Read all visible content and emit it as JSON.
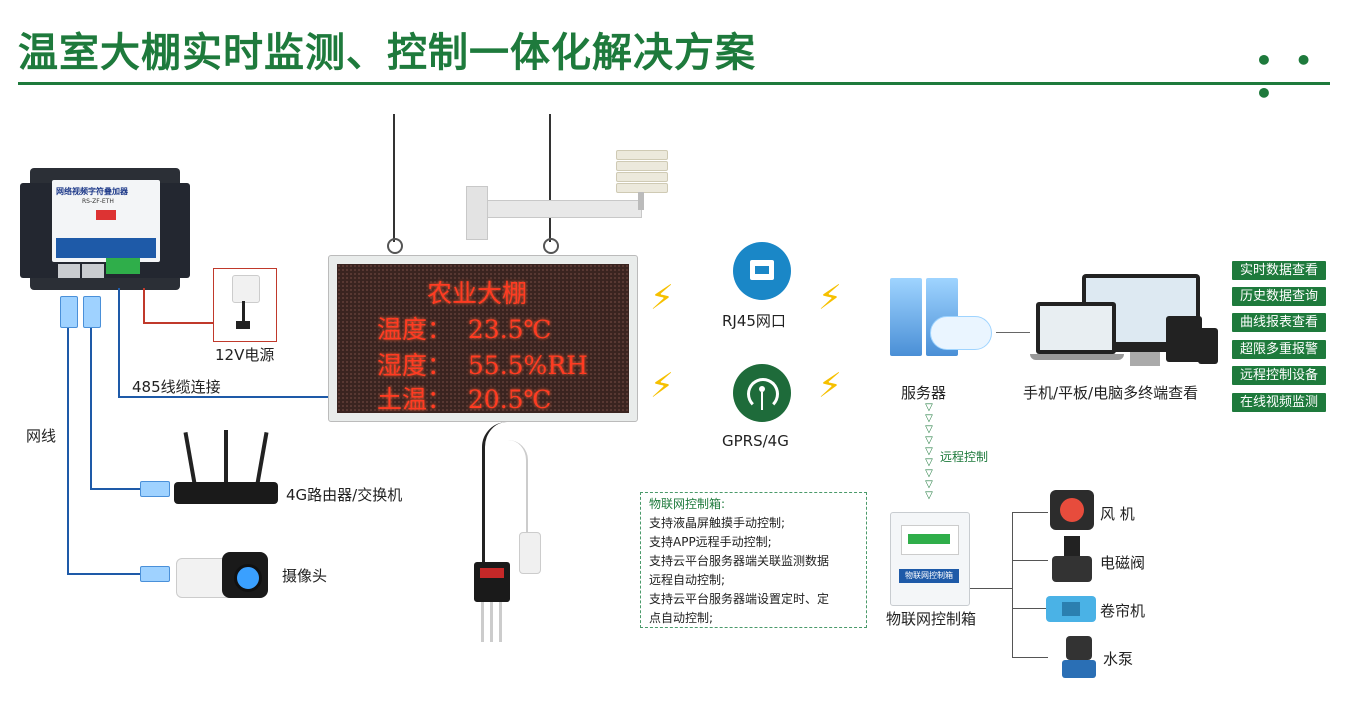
{
  "header": {
    "title": "温室大棚实时监测、控制一体化解决方案",
    "more": "• • •"
  },
  "left": {
    "video_adder_label": "网络视频字符叠加器",
    "video_adder_model": "RS-ZF-ETH",
    "power_label": "12V电源",
    "cable_label": "485线缆连接",
    "net_label": "网线",
    "router_label": "4G路由器/交换机",
    "camera_label": "摄像头"
  },
  "display": {
    "line1": "农业大棚",
    "line2": "温度：  23.5℃",
    "line3": "湿度：  55.5%RH",
    "line4": "土温：  20.5℃"
  },
  "network": {
    "rj45_label": "RJ45网口",
    "gprs_label": "GPRS/4G"
  },
  "server": {
    "label": "服务器",
    "remote_label": "远程控制"
  },
  "terminals": {
    "label": "手机/平板/电脑多终端查看"
  },
  "features": [
    "实时数据查看",
    "历史数据查询",
    "曲线报表查看",
    "超限多重报警",
    "远程控制设备",
    "在线视频监测"
  ],
  "iot_box": {
    "title": "物联网控制箱:",
    "lines": [
      "支持液晶屏触摸手动控制;",
      "支持APP远程手动控制;",
      "支持云平台服务器端关联监测数据",
      "远程自动控制;",
      "支持云平台服务器端设置定时、定",
      "点自动控制;"
    ],
    "device_label": "物联网控制箱",
    "device_screen_text": "物联网控制箱"
  },
  "devices": [
    "风 机",
    "电磁阀",
    "卷帘机",
    "水泵"
  ],
  "colors": {
    "brand_green": "#1e7a3c",
    "cable_blue": "#1e5aa8",
    "led_red": "#ff3b22",
    "bolt_yellow": "#f6c000"
  }
}
